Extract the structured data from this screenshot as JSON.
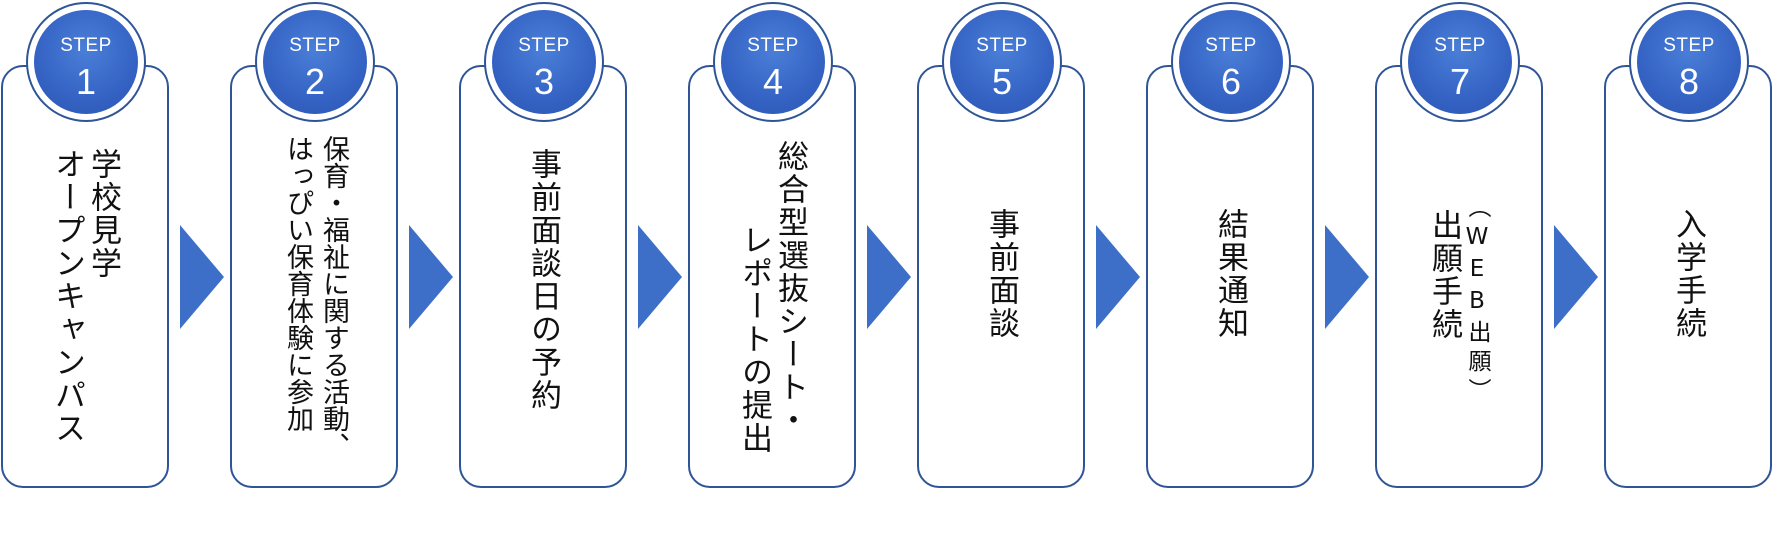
{
  "steps": [
    {
      "label": "STEP",
      "number": "1",
      "lines": [
        "学校見学",
        "オープンキャンパス"
      ]
    },
    {
      "label": "STEP",
      "number": "2",
      "lines": [
        "保育・福祉に関する活動、",
        "はっぴい保育体験に参加"
      ]
    },
    {
      "label": "STEP",
      "number": "3",
      "lines": [
        "事前面談日の予約"
      ]
    },
    {
      "label": "STEP",
      "number": "4",
      "lines": [
        "総合型選抜シート・",
        "レポートの提出"
      ]
    },
    {
      "label": "STEP",
      "number": "5",
      "lines": [
        "事前面談"
      ]
    },
    {
      "label": "STEP",
      "number": "6",
      "lines": [
        "結果通知"
      ]
    },
    {
      "label": "STEP",
      "number": "7",
      "lines": [
        "（WEB出願）",
        "出願手続"
      ]
    },
    {
      "label": "STEP",
      "number": "8",
      "lines": [
        "入学手続"
      ]
    }
  ],
  "colors": {
    "accent": "#3563c4",
    "border": "#2f5597",
    "arrow": "#3e6fc8"
  }
}
